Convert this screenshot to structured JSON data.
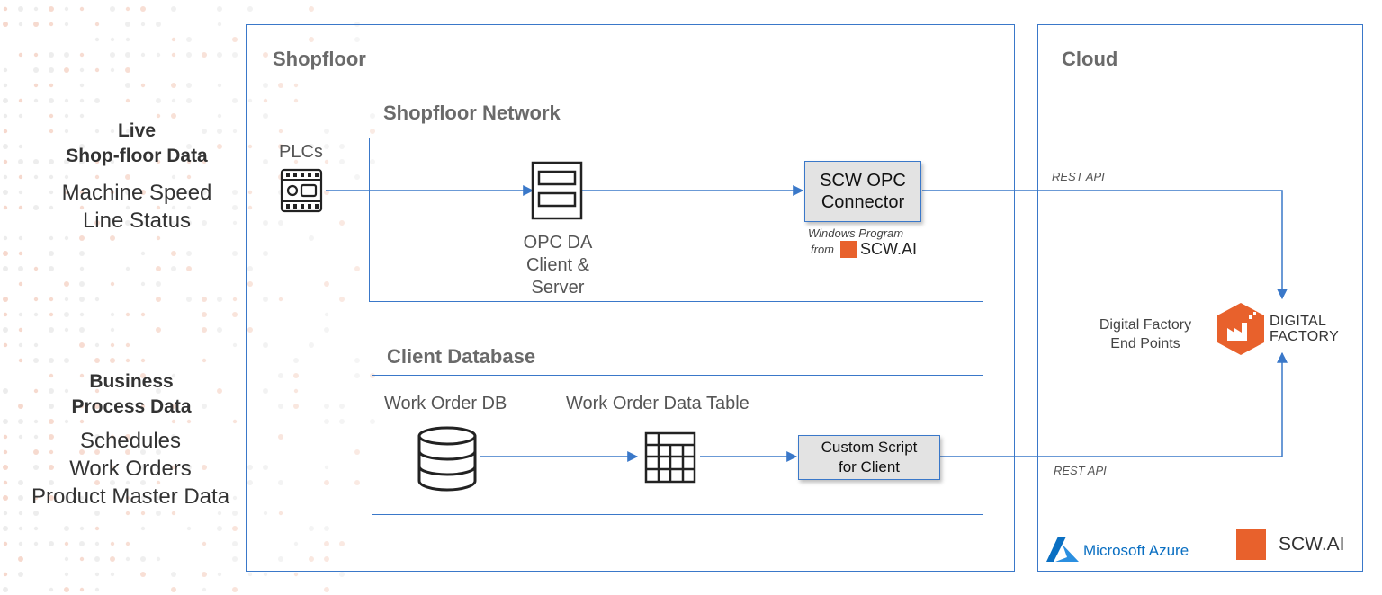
{
  "left_panel": {
    "live_heading_1": "Live",
    "live_heading_2": "Shop-floor Data",
    "live_items": [
      "Machine Speed",
      "Line Status"
    ],
    "business_heading_1": "Business",
    "business_heading_2": "Process Data",
    "business_items": [
      "Schedules",
      "Work Orders",
      "Product Master Data"
    ]
  },
  "shopfloor": {
    "title": "Shopfloor",
    "plcs_label": "PLCs",
    "network": {
      "title": "Shopfloor Network",
      "opc_label_lines": [
        "OPC DA",
        "Client &",
        "Server"
      ],
      "connector_lines": [
        "SCW OPC",
        "Connector"
      ],
      "windows_program": "Windows Program",
      "from_label": "from",
      "scw_brand": "SCW.AI"
    },
    "client_db": {
      "title": "Client Database",
      "work_order_db": "Work Order DB",
      "work_order_table": "Work Order Data Table",
      "script_lines": [
        "Custom Script",
        "for Client"
      ]
    }
  },
  "cloud": {
    "title": "Cloud",
    "rest_api_top": "REST API",
    "rest_api_bottom": "REST API",
    "endpoints_lines": [
      "Digital Factory",
      "End Points"
    ],
    "logo_lines": [
      "DIGITAL",
      "FACTORY"
    ],
    "azure_label": "Microsoft Azure",
    "scw_footer": "SCW.AI"
  },
  "colors": {
    "line_blue": "#3a78c9",
    "scw_orange": "#e8612c",
    "azure_blue": "#0a6fc2",
    "button_grey": "#e3e3e3"
  }
}
